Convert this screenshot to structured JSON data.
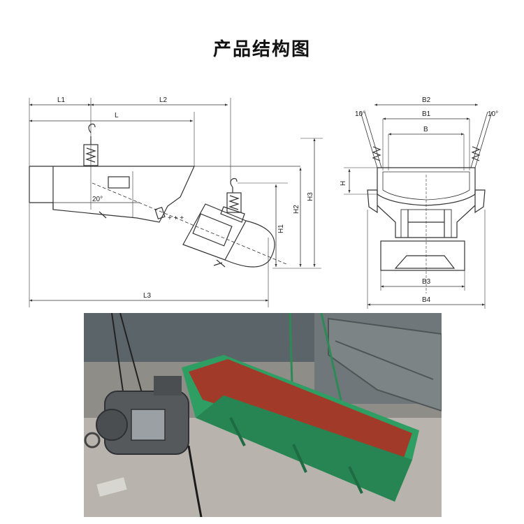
{
  "title": "产品结构图",
  "side_view": {
    "labels": {
      "L1": "L1",
      "L2": "L2",
      "L": "L",
      "L3": "L3",
      "H1": "H1",
      "H2": "H2",
      "H3": "H3",
      "angle": "20°"
    }
  },
  "front_view": {
    "labels": {
      "B2": "B2",
      "B1": "B1",
      "B": "B",
      "B3": "B3",
      "B4": "B4",
      "H": "H",
      "angle_left": "10°",
      "angle_right": "10°"
    }
  },
  "colors": {
    "line": "#333333",
    "trough_green": "#2f9e63",
    "trough_inner": "#a23a2a",
    "motor_gray": "#55595c",
    "floor": "#b8b4ad"
  }
}
